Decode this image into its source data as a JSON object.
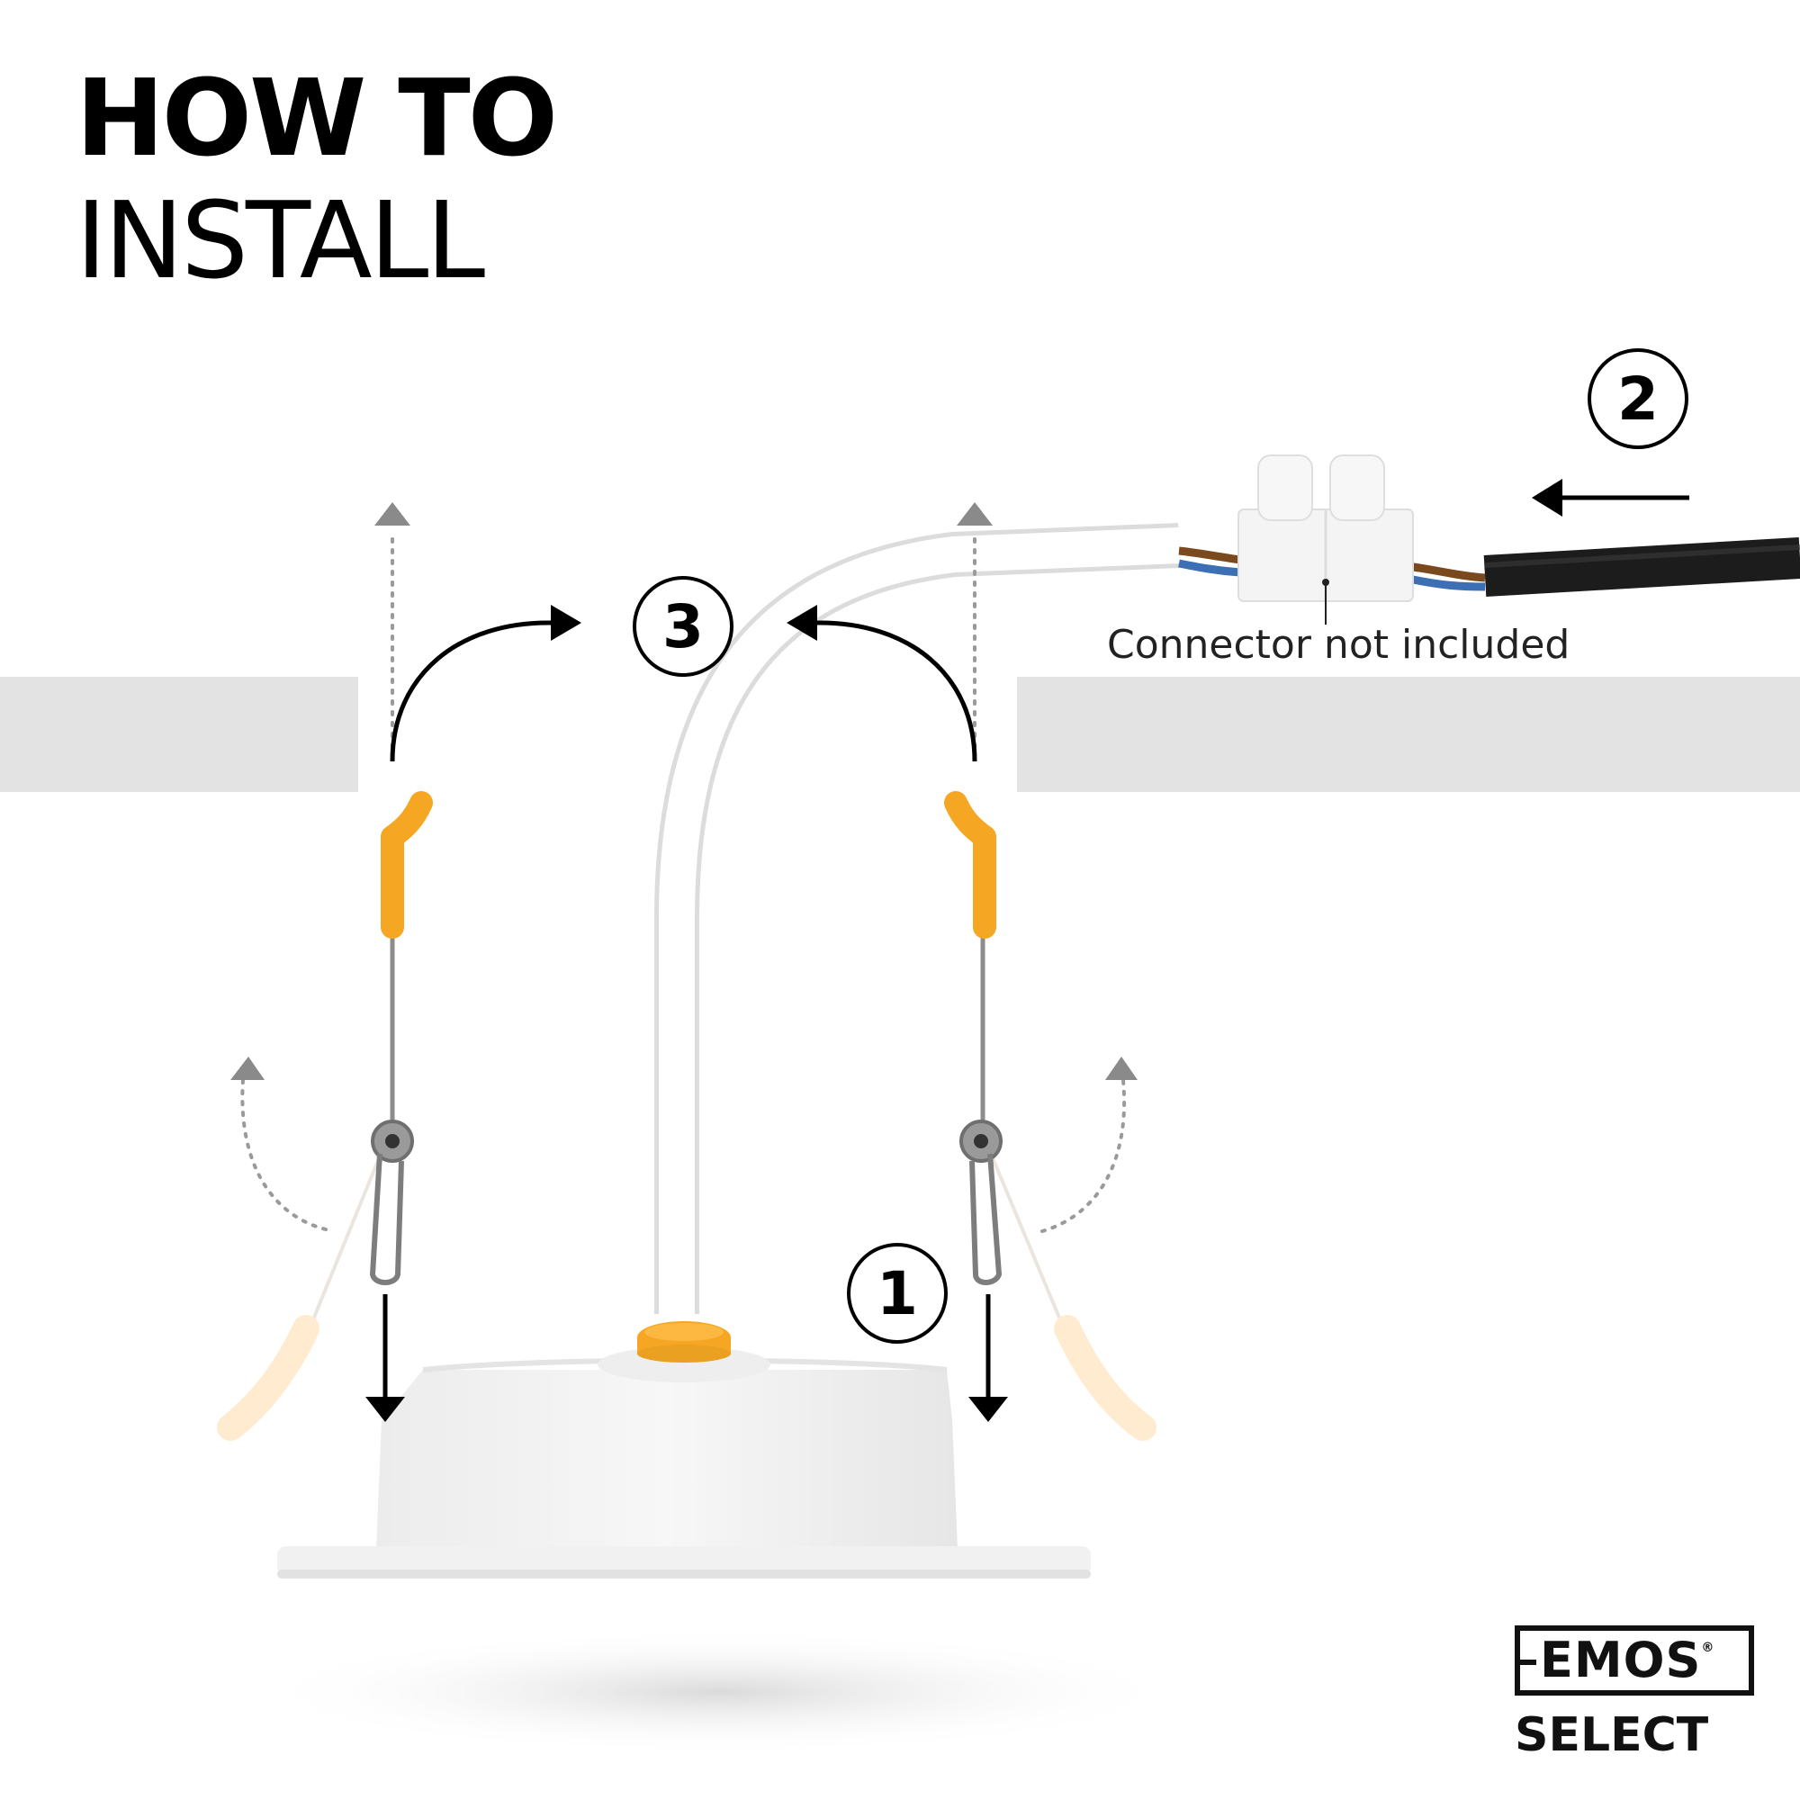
{
  "title": {
    "line1": "HOW TO",
    "line2": "INSTALL"
  },
  "steps": {
    "one": "1",
    "two": "2",
    "three": "3"
  },
  "note": "Connector not included",
  "logo": {
    "brand": "EMOS",
    "registered": "®",
    "sub": "SELECT"
  },
  "colors": {
    "spring_tip": "#f5a623",
    "ceiling": "#e3e3e3",
    "cable_white": "#ffffff",
    "cable_black": "#1c1c1c",
    "arrow": "#000000",
    "hint_arrow": "#8a8a8a"
  }
}
